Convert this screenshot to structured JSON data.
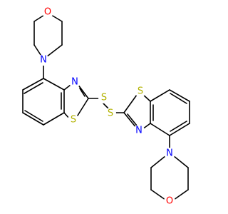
{
  "molecule": {
    "atoms": [
      {
        "symbol": "O",
        "color": "#ff0000"
      },
      {
        "symbol": "N",
        "color": "#0000ff"
      },
      {
        "symbol": "N",
        "color": "#0000ff"
      },
      {
        "symbol": "S",
        "color": "#b2b200"
      },
      {
        "symbol": "S",
        "color": "#b2b200"
      },
      {
        "symbol": "S",
        "color": "#b2b200"
      },
      {
        "symbol": "S",
        "color": "#b2b200"
      },
      {
        "symbol": "N",
        "color": "#0000ff"
      },
      {
        "symbol": "N",
        "color": "#0000ff"
      },
      {
        "symbol": "O",
        "color": "#ff0000"
      }
    ]
  }
}
